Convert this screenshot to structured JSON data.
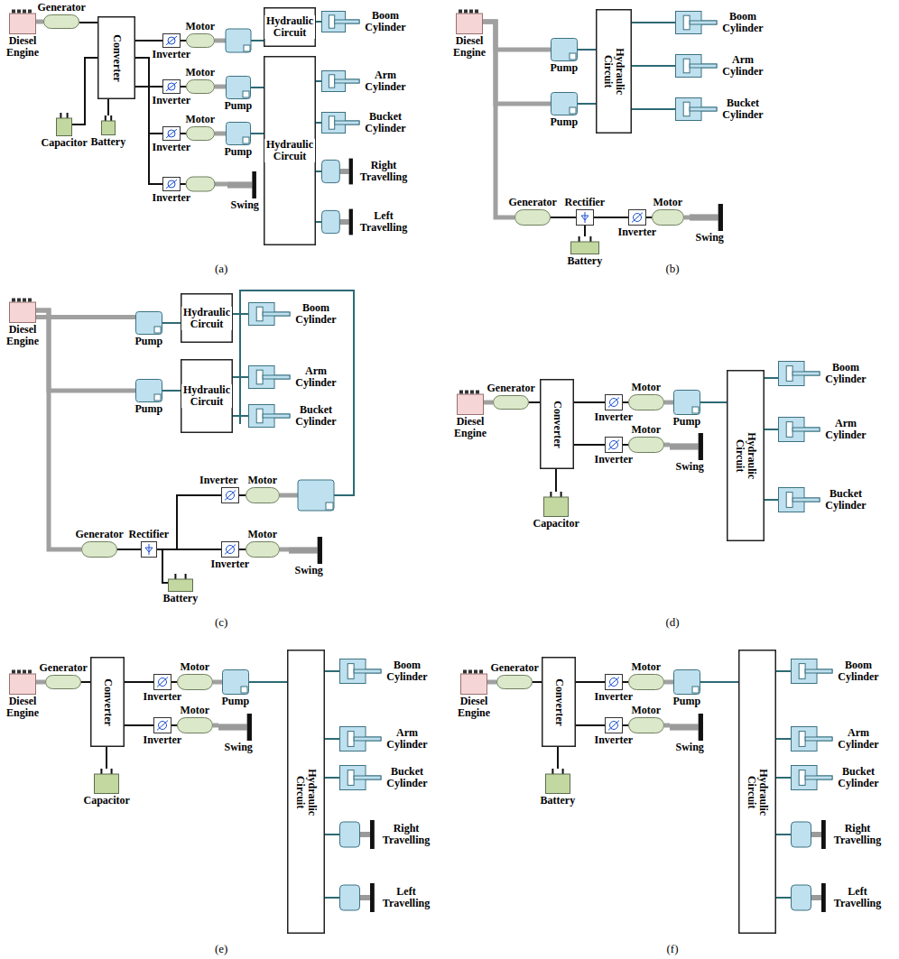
{
  "diagram": {
    "nodes": [
      {
        "text": [
          "Diesel Engine"
        ]
      },
      {
        "text": [
          "Generator"
        ]
      },
      {
        "text": [
          "Converter"
        ]
      },
      {
        "text": [
          "Capacitor"
        ]
      },
      {
        "text": [
          "Battery"
        ]
      },
      {
        "text": [
          "Inverter"
        ]
      },
      {
        "text": [
          "Motor"
        ]
      },
      {
        "text": [
          "Inverter"
        ]
      },
      {
        "text": [
          "Motor"
        ]
      },
      {
        "text": [
          "Pump"
        ]
      },
      {
        "text": [
          "Inverter"
        ]
      },
      {
        "text": [
          "Motor"
        ]
      },
      {
        "text": [
          "Pump"
        ]
      },
      {
        "text": [
          "Inverter"
        ]
      },
      {
        "text": [
          "Swing"
        ]
      },
      {
        "text": [
          "Hydraulic Circuit"
        ]
      },
      {
        "text": [
          "Hydraulic Circuit"
        ]
      },
      {
        "text": [
          "Boom Cylinder"
        ]
      },
      {
        "text": [
          "Arm Cylinder"
        ]
      },
      {
        "text": [
          "Bucket Cylinder"
        ]
      },
      {
        "text": [
          "Right Travelling"
        ]
      },
      {
        "text": [
          "Left Travelling"
        ]
      },
      {
        "text": [
          "Diesel Engine"
        ]
      },
      {
        "text": [
          "Pump"
        ]
      },
      {
        "text": [
          "Pump"
        ]
      },
      {
        "text": [
          "Hydraulic Circuit"
        ]
      },
      {
        "text": [
          "Boom Cylinder"
        ]
      },
      {
        "text": [
          "Arm Cylinder"
        ]
      },
      {
        "text": [
          "Bucket Cylinder"
        ]
      },
      {
        "text": [
          "Generator"
        ]
      },
      {
        "text": [
          "Rectifier"
        ]
      },
      {
        "text": [
          "Battery"
        ]
      },
      {
        "text": [
          "Inverter"
        ]
      },
      {
        "text": [
          "Motor"
        ]
      },
      {
        "text": [
          "Swing"
        ]
      },
      {
        "text": [
          "Diesel Engine"
        ]
      },
      {
        "text": [
          "Pump"
        ]
      },
      {
        "text": [
          "Hydraulic Circuit"
        ]
      },
      {
        "text": [
          "Boom Cylinder"
        ]
      },
      {
        "text": [
          "Pump"
        ]
      },
      {
        "text": [
          "Hydraulic Circuit"
        ]
      },
      {
        "text": [
          "Arm Cylinder"
        ]
      },
      {
        "text": [
          "Bucket Cylinder"
        ]
      },
      {
        "text": [
          "Inverter"
        ]
      },
      {
        "text": [
          "Motor"
        ]
      },
      {
        "text": [
          "Generator"
        ]
      },
      {
        "text": [
          "Rectifier"
        ]
      },
      {
        "text": [
          "Inverter"
        ]
      },
      {
        "text": [
          "Motor"
        ]
      },
      {
        "text": [
          "Swing"
        ]
      },
      {
        "text": [
          "Battery"
        ]
      },
      {
        "text": [
          "Diesel Engine"
        ]
      },
      {
        "text": [
          "Generator"
        ]
      },
      {
        "text": [
          "Converter"
        ]
      },
      {
        "text": [
          "Inverter"
        ]
      },
      {
        "text": [
          "Motor"
        ]
      },
      {
        "text": [
          "Pump"
        ]
      },
      {
        "text": [
          "Inverter"
        ]
      },
      {
        "text": [
          "Motor"
        ]
      },
      {
        "text": [
          "Swing"
        ]
      },
      {
        "text": [
          "Capacitor"
        ]
      },
      {
        "text": [
          "Hydraulic Circuit"
        ]
      },
      {
        "text": [
          "Boom Cylinder"
        ]
      },
      {
        "text": [
          "Arm Cylinder"
        ]
      },
      {
        "text": [
          "Bucket Cylinder"
        ]
      },
      {
        "text": [
          "Diesel Engine"
        ]
      },
      {
        "text": [
          "Generator"
        ]
      },
      {
        "text": [
          "Converter"
        ]
      },
      {
        "text": [
          "Inverter"
        ]
      },
      {
        "text": [
          "Motor"
        ]
      },
      {
        "text": [
          "Pump"
        ]
      },
      {
        "text": [
          "Inverter"
        ]
      },
      {
        "text": [
          "Motor"
        ]
      },
      {
        "text": [
          "Swing"
        ]
      },
      {
        "text": [
          "Capacitor"
        ]
      },
      {
        "text": [
          "Hydraulic Circuit"
        ]
      },
      {
        "text": [
          "Boom Cylinder"
        ]
      },
      {
        "text": [
          "Arm Cylinder"
        ]
      },
      {
        "text": [
          "Bucket Cylinder"
        ]
      },
      {
        "text": [
          "Right Travelling"
        ]
      },
      {
        "text": [
          "Left Travelling"
        ]
      },
      {
        "text": [
          "Diesel Engine"
        ]
      },
      {
        "text": [
          "Generator"
        ]
      },
      {
        "text": [
          "Converter"
        ]
      },
      {
        "text": [
          "Inverter"
        ]
      },
      {
        "text": [
          "Motor"
        ]
      },
      {
        "text": [
          "Pump"
        ]
      },
      {
        "text": [
          "Inverter"
        ]
      },
      {
        "text": [
          "Motor"
        ]
      },
      {
        "text": [
          "Swing"
        ]
      },
      {
        "text": [
          "Battery"
        ]
      },
      {
        "text": [
          "Hydraulic Circuit"
        ]
      },
      {
        "text": [
          "Boom Cylinder"
        ]
      },
      {
        "text": [
          "Arm Cylinder"
        ]
      },
      {
        "text": [
          "Bucket Cylinder"
        ]
      },
      {
        "text": [
          "Right Travelling"
        ]
      },
      {
        "text": [
          "Left Travelling"
        ]
      }
    ],
    "edges": [
      {
        "from": 0,
        "to": 1,
        "arrow": "none"
      },
      {
        "from": 1,
        "to": 2,
        "arrow": "none"
      },
      {
        "from": 2,
        "to": 3,
        "arrow": "none"
      },
      {
        "from": 2,
        "to": 4,
        "arrow": "none"
      },
      {
        "from": 2,
        "to": 5,
        "arrow": "none"
      },
      {
        "from": 2,
        "to": 7,
        "arrow": "none"
      },
      {
        "from": 2,
        "to": 10,
        "arrow": "none"
      },
      {
        "from": 2,
        "to": 13,
        "arrow": "none"
      },
      {
        "from": 5,
        "to": 6,
        "arrow": "none"
      },
      {
        "from": 7,
        "to": 8,
        "arrow": "none"
      },
      {
        "from": 8,
        "to": 9,
        "arrow": "none"
      },
      {
        "from": 9,
        "to": 16,
        "arrow": "none"
      },
      {
        "from": 10,
        "to": 11,
        "arrow": "none"
      },
      {
        "from": 11,
        "to": 12,
        "arrow": "none"
      },
      {
        "from": 12,
        "to": 16,
        "arrow": "none"
      },
      {
        "from": 15,
        "to": 17,
        "arrow": "none"
      },
      {
        "from": 16,
        "to": 18,
        "arrow": "none"
      },
      {
        "from": 16,
        "to": 19,
        "arrow": "none"
      },
      {
        "from": 16,
        "to": 20,
        "arrow": "none"
      },
      {
        "from": 16,
        "to": 21,
        "arrow": "none"
      },
      {
        "from": 22,
        "to": 23,
        "arrow": "none"
      },
      {
        "from": 22,
        "to": 24,
        "arrow": "none"
      },
      {
        "from": 22,
        "to": 29,
        "arrow": "none"
      },
      {
        "from": 23,
        "to": 25,
        "arrow": "none"
      },
      {
        "from": 24,
        "to": 25,
        "arrow": "none"
      },
      {
        "from": 25,
        "to": 26,
        "arrow": "none"
      },
      {
        "from": 25,
        "to": 27,
        "arrow": "none"
      },
      {
        "from": 25,
        "to": 28,
        "arrow": "none"
      },
      {
        "from": 29,
        "to": 30,
        "arrow": "none"
      },
      {
        "from": 30,
        "to": 31,
        "arrow": "none"
      },
      {
        "from": 30,
        "to": 32,
        "arrow": "none"
      },
      {
        "from": 32,
        "to": 33,
        "arrow": "none"
      },
      {
        "from": 33,
        "to": 34,
        "arrow": "none"
      },
      {
        "from": 35,
        "to": 36,
        "arrow": "none"
      },
      {
        "from": 35,
        "to": 39,
        "arrow": "none"
      },
      {
        "from": 35,
        "to": 45,
        "arrow": "none"
      },
      {
        "from": 36,
        "to": 37,
        "arrow": "none"
      },
      {
        "from": 39,
        "to": 40,
        "arrow": "none"
      },
      {
        "from": 37,
        "to": 38,
        "arrow": "none"
      },
      {
        "from": 40,
        "to": 41,
        "arrow": "none"
      },
      {
        "from": 40,
        "to": 42,
        "arrow": "none"
      },
      {
        "from": 45,
        "to": 46,
        "arrow": "none"
      },
      {
        "from": 46,
        "to": 43,
        "arrow": "none"
      },
      {
        "from": 46,
        "to": 47,
        "arrow": "none"
      },
      {
        "from": 46,
        "to": 50,
        "arrow": "none"
      },
      {
        "from": 43,
        "to": 44,
        "arrow": "none"
      },
      {
        "from": 47,
        "to": 48,
        "arrow": "none"
      },
      {
        "from": 48,
        "to": 49,
        "arrow": "none"
      },
      {
        "from": 51,
        "to": 52,
        "arrow": "none"
      },
      {
        "from": 52,
        "to": 53,
        "arrow": "none"
      },
      {
        "from": 53,
        "to": 54,
        "arrow": "none"
      },
      {
        "from": 53,
        "to": 57,
        "arrow": "none"
      },
      {
        "from": 53,
        "to": 60,
        "arrow": "none"
      },
      {
        "from": 54,
        "to": 55,
        "arrow": "none"
      },
      {
        "from": 55,
        "to": 56,
        "arrow": "none"
      },
      {
        "from": 56,
        "to": 61,
        "arrow": "none"
      },
      {
        "from": 57,
        "to": 58,
        "arrow": "none"
      },
      {
        "from": 58,
        "to": 59,
        "arrow": "none"
      },
      {
        "from": 61,
        "to": 62,
        "arrow": "none"
      },
      {
        "from": 61,
        "to": 63,
        "arrow": "none"
      },
      {
        "from": 61,
        "to": 64,
        "arrow": "none"
      },
      {
        "from": 65,
        "to": 66,
        "arrow": "none"
      },
      {
        "from": 66,
        "to": 67,
        "arrow": "none"
      },
      {
        "from": 67,
        "to": 68,
        "arrow": "none"
      },
      {
        "from": 67,
        "to": 71,
        "arrow": "none"
      },
      {
        "from": 67,
        "to": 74,
        "arrow": "none"
      },
      {
        "from": 68,
        "to": 69,
        "arrow": "none"
      },
      {
        "from": 69,
        "to": 70,
        "arrow": "none"
      },
      {
        "from": 70,
        "to": 75,
        "arrow": "none"
      },
      {
        "from": 71,
        "to": 72,
        "arrow": "none"
      },
      {
        "from": 72,
        "to": 73,
        "arrow": "none"
      },
      {
        "from": 75,
        "to": 76,
        "arrow": "none"
      },
      {
        "from": 75,
        "to": 77,
        "arrow": "none"
      },
      {
        "from": 75,
        "to": 78,
        "arrow": "none"
      },
      {
        "from": 75,
        "to": 79,
        "arrow": "none"
      },
      {
        "from": 75,
        "to": 80,
        "arrow": "none"
      },
      {
        "from": 81,
        "to": 82,
        "arrow": "none"
      },
      {
        "from": 82,
        "to": 83,
        "arrow": "none"
      },
      {
        "from": 83,
        "to": 84,
        "arrow": "none"
      },
      {
        "from": 83,
        "to": 87,
        "arrow": "none"
      },
      {
        "from": 83,
        "to": 90,
        "arrow": "none"
      },
      {
        "from": 84,
        "to": 85,
        "arrow": "none"
      },
      {
        "from": 85,
        "to": 86,
        "arrow": "none"
      },
      {
        "from": 86,
        "to": 91,
        "arrow": "none"
      },
      {
        "from": 87,
        "to": 88,
        "arrow": "none"
      },
      {
        "from": 88,
        "to": 89,
        "arrow": "none"
      },
      {
        "from": 91,
        "to": 92,
        "arrow": "none"
      },
      {
        "from": 91,
        "to": 93,
        "arrow": "none"
      },
      {
        "from": 91,
        "to": 94,
        "arrow": "none"
      },
      {
        "from": 91,
        "to": 95,
        "arrow": "none"
      },
      {
        "from": 91,
        "to": 96,
        "arrow": "none"
      }
    ],
    "labels": [
      "(a)",
      "(b)",
      "(c)",
      "(d)",
      "(e)",
      "(f)"
    ]
  }
}
